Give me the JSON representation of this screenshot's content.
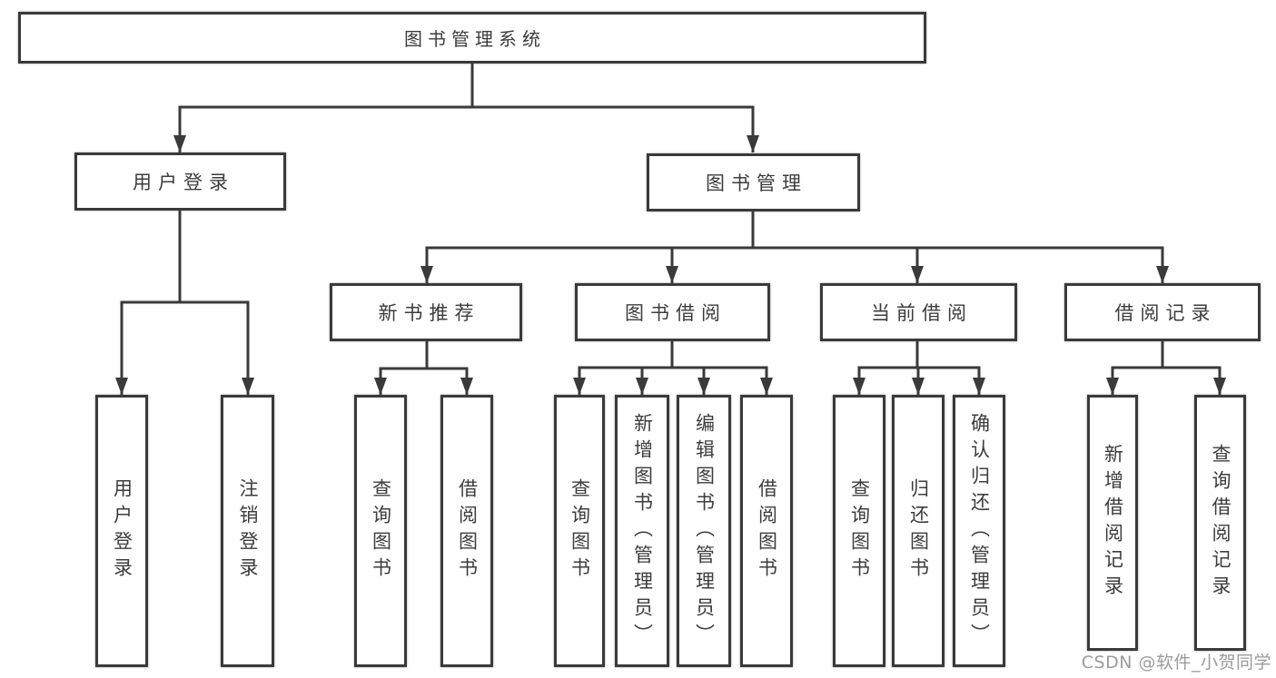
{
  "diagram": {
    "root": {
      "label": "图书管理系统"
    },
    "level2": {
      "user_login": {
        "label": "用户登录"
      },
      "book_mgmt": {
        "label": "图书管理"
      }
    },
    "level3": {
      "new_book": {
        "label": "新书推荐"
      },
      "borrowing": {
        "label": "图书借阅"
      },
      "current": {
        "label": "当前借阅"
      },
      "records": {
        "label": "借阅记录"
      }
    },
    "leaves": {
      "user_login": {
        "label": "用户登录"
      },
      "logout": {
        "label": "注销登录"
      },
      "new_query": {
        "label": "查询图书"
      },
      "new_borrow": {
        "label": "借阅图书"
      },
      "borrow_query": {
        "label": "查询图书"
      },
      "borrow_add": {
        "label": "新增图书（管理员）"
      },
      "borrow_edit": {
        "label": "编辑图书（管理员）"
      },
      "borrow_borrow": {
        "label": "借阅图书"
      },
      "cur_query": {
        "label": "查询图书"
      },
      "cur_return": {
        "label": "归还图书"
      },
      "cur_confirm": {
        "label": "确认归还（管理员）"
      },
      "rec_add": {
        "label": "新增借阅记录"
      },
      "rec_query": {
        "label": "查询借阅记录"
      }
    }
  },
  "watermark": {
    "text": "CSDN @软件_小贺同学"
  },
  "colors": {
    "line": "#3a3a3a",
    "text": "#3c3c3c",
    "watermark": "#9b9b9b",
    "background": "#ffffff"
  }
}
